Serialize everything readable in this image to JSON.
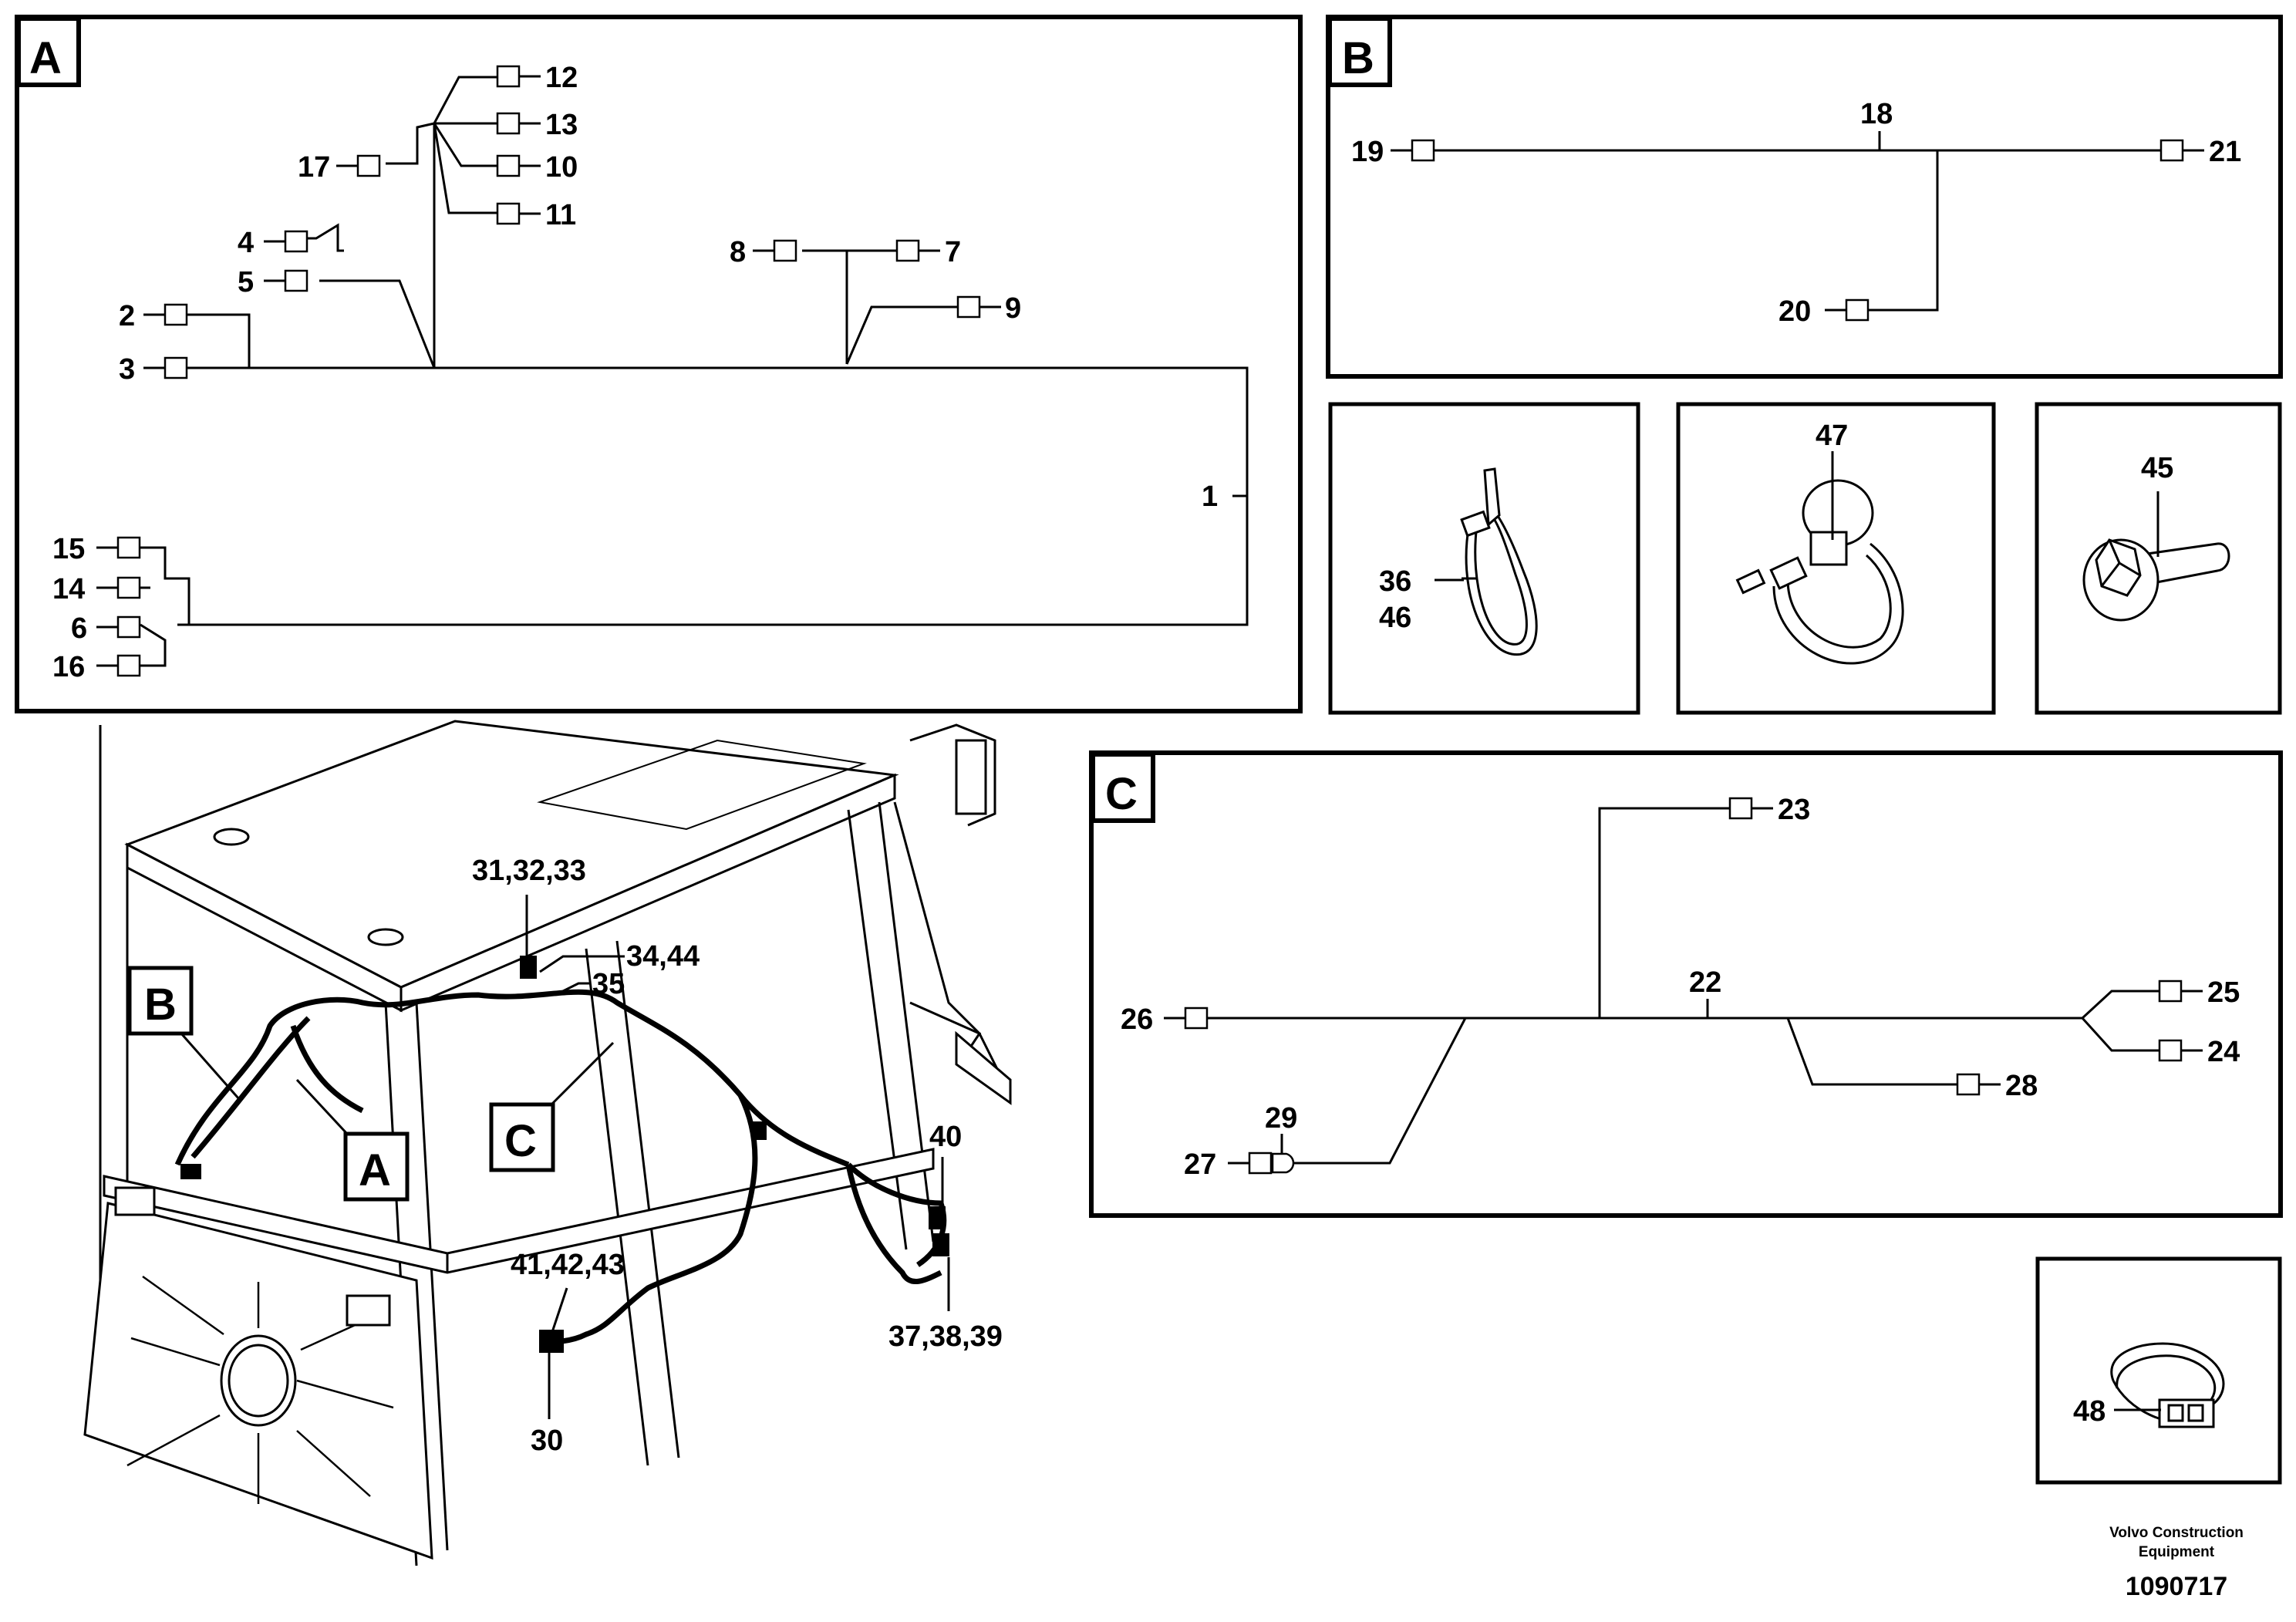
{
  "panels": {
    "A": {
      "letter": "A",
      "labels": {
        "1": "1",
        "2": "2",
        "3": "3",
        "4": "4",
        "5": "5",
        "6": "6",
        "7": "7",
        "8": "8",
        "9": "9",
        "10": "10",
        "11": "11",
        "12": "12",
        "13": "13",
        "14": "14",
        "15": "15",
        "16": "16",
        "17": "17"
      }
    },
    "B": {
      "letter": "B",
      "labels": {
        "18": "18",
        "19": "19",
        "20": "20",
        "21": "21"
      }
    },
    "C": {
      "letter": "C",
      "labels": {
        "22": "22",
        "23": "23",
        "24": "24",
        "25": "25",
        "26": "26",
        "27": "27",
        "28": "28",
        "29": "29"
      }
    }
  },
  "parts": {
    "cable_tie": {
      "label_line1": "36",
      "label_line2": "46"
    },
    "clamp": {
      "label": "47"
    },
    "flange_screw": {
      "label": "45"
    },
    "band_clamp": {
      "label": "48"
    }
  },
  "cab": {
    "callouts": {
      "c313233": "31,32,33",
      "c3444": "34,44",
      "c35": "35",
      "c40": "40",
      "c414243": "41,42,43",
      "c373839": "37,38,39",
      "c30": "30"
    },
    "refs": {
      "B": "B",
      "A": "A",
      "C": "C"
    }
  },
  "footer": {
    "company_line1": "Volvo Construction",
    "company_line2": "Equipment",
    "drawing_number": "1090717"
  }
}
